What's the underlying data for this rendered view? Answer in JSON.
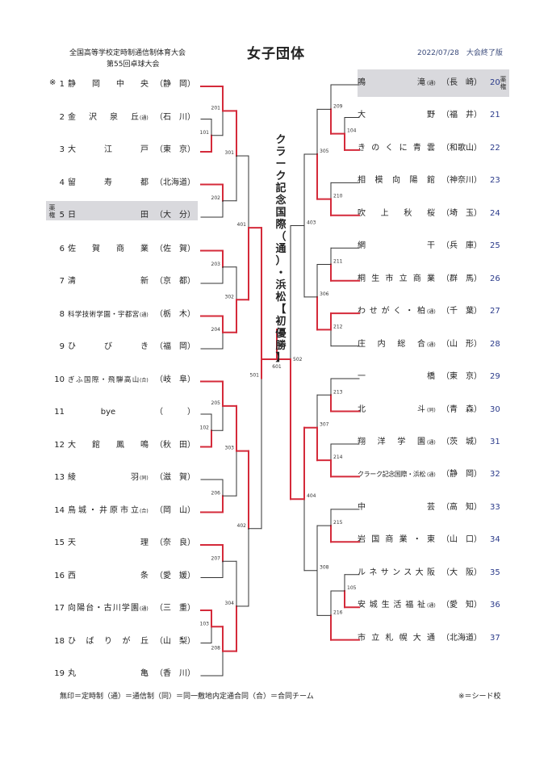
{
  "header": {
    "line1": "全国高等学校定時制通信制体育大会",
    "line2": "第55回卓球大会",
    "title": "女子団体",
    "date": "2022/07/28　大会終了版"
  },
  "champion": {
    "chars": [
      "ク",
      "ラ",
      "ー",
      "ク",
      "記",
      "念",
      "国",
      "際",
      "（",
      "通",
      "）",
      "・",
      "浜",
      "松",
      "【",
      "初",
      "優",
      "勝",
      "】"
    ]
  },
  "seed_label": [
    "薬",
    "権"
  ],
  "seed_mark": "※",
  "left_teams": [
    {
      "num": "1",
      "name": "静岡中央",
      "tag": "",
      "pref": "（静　岡）"
    },
    {
      "num": "2",
      "name": "金沢泉丘",
      "tag": "(通)",
      "pref": "（石　川）"
    },
    {
      "num": "3",
      "name": "大江戸",
      "tag": "",
      "pref": "（東　京）"
    },
    {
      "num": "4",
      "name": "留寿都",
      "tag": "",
      "pref": "（北海道）"
    },
    {
      "num": "5",
      "name": "日田",
      "tag": "",
      "pref": "（大　分）"
    },
    {
      "num": "6",
      "name": "佐賀商業",
      "tag": "",
      "pref": "（佐　賀）"
    },
    {
      "num": "7",
      "name": "清新",
      "tag": "",
      "pref": "（京　都）"
    },
    {
      "num": "8",
      "name": "科学技術学園・宇都宮",
      "tag": "(通)",
      "pref": "（栃　木）"
    },
    {
      "num": "9",
      "name": "ひびき",
      "tag": "",
      "pref": "（福　岡）"
    },
    {
      "num": "10",
      "name": "ぎふ国際・飛騨高山",
      "tag": "(合)",
      "pref": "（岐　阜）"
    },
    {
      "num": "11",
      "name": "bye",
      "tag": "",
      "pref": "（　　　）"
    },
    {
      "num": "12",
      "name": "大館鳳鳴",
      "tag": "",
      "pref": "（秋　田）"
    },
    {
      "num": "13",
      "name": "綾羽",
      "tag": "(同)",
      "pref": "（滋　賀）"
    },
    {
      "num": "14",
      "name": "鳥城・井原市立",
      "tag": "(合)",
      "pref": "（岡　山）"
    },
    {
      "num": "15",
      "name": "天理",
      "tag": "",
      "pref": "（奈　良）"
    },
    {
      "num": "16",
      "name": "西条",
      "tag": "",
      "pref": "（愛　媛）"
    },
    {
      "num": "17",
      "name": "向陽台・古川学園",
      "tag": "(通)",
      "pref": "（三　重）"
    },
    {
      "num": "18",
      "name": "ひばりが丘",
      "tag": "",
      "pref": "（山　梨）"
    },
    {
      "num": "19",
      "name": "丸亀",
      "tag": "",
      "pref": "（香　川）"
    }
  ],
  "right_teams": [
    {
      "num": "20",
      "name": "鳴滝",
      "tag": "(通)",
      "pref": "（長　崎）"
    },
    {
      "num": "21",
      "name": "大野",
      "tag": "",
      "pref": "（福　井）"
    },
    {
      "num": "22",
      "name": "きのくに青雲",
      "tag": "",
      "pref": "（和歌山）"
    },
    {
      "num": "23",
      "name": "相模向陽館",
      "tag": "",
      "pref": "（神奈川）"
    },
    {
      "num": "24",
      "name": "吹上秋桜",
      "tag": "",
      "pref": "（埼　玉）"
    },
    {
      "num": "25",
      "name": "網干",
      "tag": "",
      "pref": "（兵　庫）"
    },
    {
      "num": "26",
      "name": "桐生市立商業",
      "tag": "",
      "pref": "（群　馬）"
    },
    {
      "num": "27",
      "name": "わせがく・柏",
      "tag": "(通)",
      "pref": "（千　葉）"
    },
    {
      "num": "28",
      "name": "庄内総合",
      "tag": "(通)",
      "pref": "（山　形）"
    },
    {
      "num": "29",
      "name": "一橋",
      "tag": "",
      "pref": "（東　京）"
    },
    {
      "num": "30",
      "name": "北斗",
      "tag": "(同)",
      "pref": "（青　森）"
    },
    {
      "num": "31",
      "name": "翔洋学園",
      "tag": "(通)",
      "pref": "（茨　城）"
    },
    {
      "num": "32",
      "name": "クラーク記念国際・浜松",
      "tag": "(通)",
      "pref": "（静　岡）"
    },
    {
      "num": "33",
      "name": "中芸",
      "tag": "",
      "pref": "（高　知）"
    },
    {
      "num": "34",
      "name": "岩国商業・東",
      "tag": "",
      "pref": "（山　口）"
    },
    {
      "num": "35",
      "name": "ルネサンス大阪",
      "tag": "",
      "pref": "（大　阪）"
    },
    {
      "num": "36",
      "name": "安城生活福祉",
      "tag": "(通)",
      "pref": "（愛　知）"
    },
    {
      "num": "37",
      "name": "市立札幌大通",
      "tag": "",
      "pref": "（北海道）"
    }
  ],
  "matches": {
    "m101": "101",
    "m102": "102",
    "m103": "103",
    "m104": "104",
    "m105": "105",
    "m201": "201",
    "m202": "202",
    "m203": "203",
    "m204": "204",
    "m205": "205",
    "m206": "206",
    "m207": "207",
    "m208": "208",
    "m209": "209",
    "m210": "210",
    "m211": "211",
    "m212": "212",
    "m213": "213",
    "m214": "214",
    "m215": "215",
    "m216": "216",
    "m301": "301",
    "m302": "302",
    "m303": "303",
    "m304": "304",
    "m305": "305",
    "m306": "306",
    "m307": "307",
    "m308": "308",
    "m401": "401",
    "m402": "402",
    "m403": "403",
    "m404": "404",
    "m501": "501",
    "m502": "502",
    "m601": "601"
  },
  "footer": {
    "legend": "無印＝定時制（通）＝通信制（同）＝同一敷地内定通合同（合）＝合同チーム",
    "seed": "※＝シード校"
  },
  "colors": {
    "winner": "#d42a3a",
    "line": "#333333",
    "seed_bg": "#d9d9dd"
  }
}
